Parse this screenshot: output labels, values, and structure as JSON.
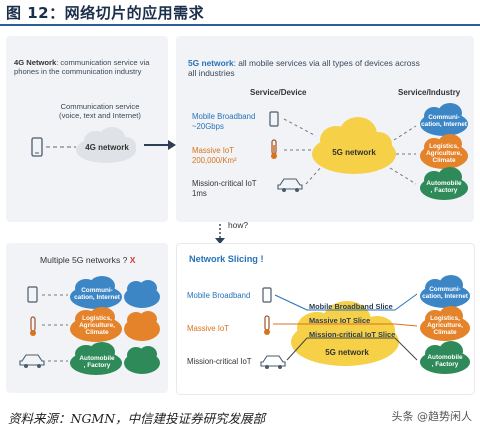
{
  "figure_title": "图 12：网络切片的应用需求",
  "panel_4g": {
    "heading_bold": "4G Network",
    "heading_rest": ": communication service via phones in the communication industry",
    "service_label": "Communication service\n(voice, text and Internet)",
    "cloud_label": "4G network"
  },
  "panel_5g": {
    "heading_bold": "5G network",
    "heading_rest": ": all mobile services via all types of devices across all industries",
    "col_service_device": "Service/Device",
    "col_service_industry": "Service/Industry",
    "rows": [
      {
        "label": "Mobile Broadband\n~20Gbps",
        "industry": "Communi-\ncation, Internet"
      },
      {
        "label": "Massive IoT\n200,000/Km²",
        "industry": "Logistics,\nAgriculture,\nClimate"
      },
      {
        "label": "Mission-critical IoT\n1ms",
        "industry": "Automobile\n, Factory"
      }
    ],
    "cloud_label": "5G network"
  },
  "how_label": "how?",
  "panel_multiple": {
    "heading": "Multiple 5G networks ?",
    "x_mark": "X",
    "clouds": [
      "Communi-\ncation, Internet",
      "Logistics,\nAgriculture,\nClimate",
      "Automobile\n, Factory"
    ]
  },
  "panel_slicing": {
    "heading": "Network Slicing !",
    "rows": [
      "Mobile Broadband",
      "Massive IoT",
      "Mission-critical IoT"
    ],
    "slices": [
      "Mobile Broadband Slice",
      "Massive IoT Slice",
      "Mission-critical IoT Slice"
    ],
    "cloud_label": "5G network",
    "clouds": [
      "Communi-\ncation, Internet",
      "Logistics,\nAgriculture,\nClimate",
      "Automobile\n, Factory"
    ]
  },
  "colors": {
    "blue_cloud": "#3d86c6",
    "orange_cloud": "#e5832b",
    "green_cloud": "#2f8a5a",
    "yellow_cloud": "#f6d046",
    "title_blue": "#2673b8"
  },
  "source_text": "资料来源：NGMN，中信建投证券研究发展部",
  "watermark": "头条 @趋势闲人"
}
